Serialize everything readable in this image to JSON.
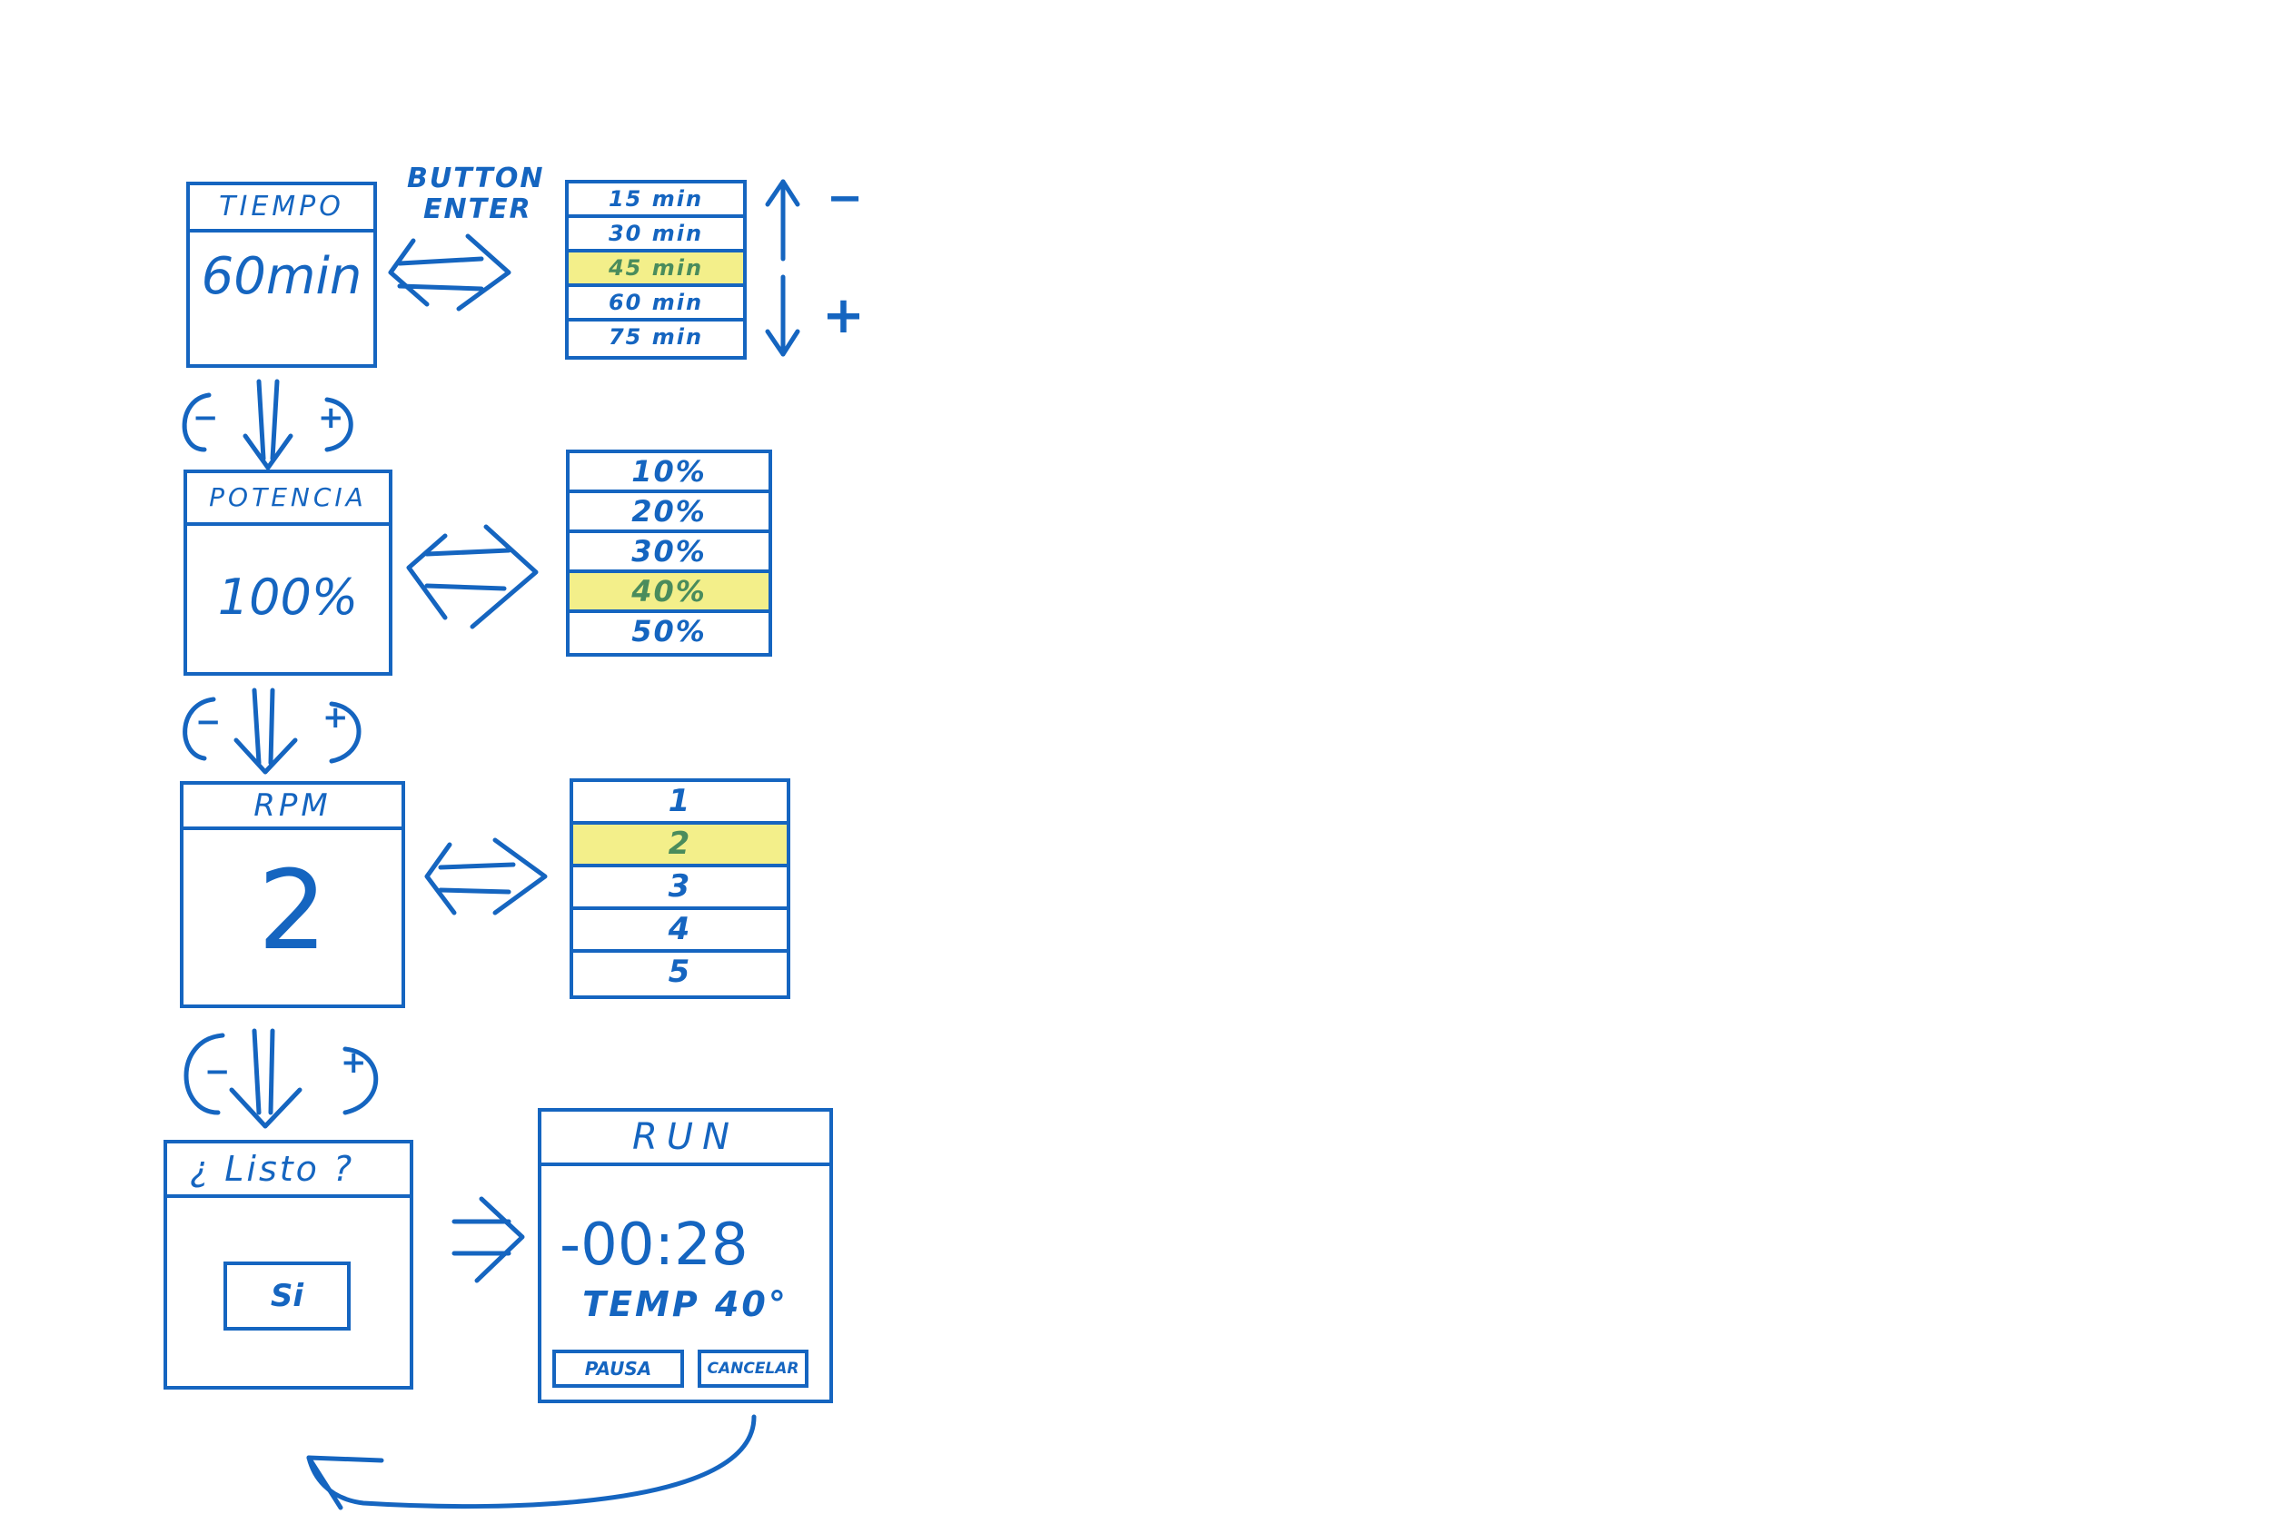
{
  "annotation": {
    "line1": "BUTTON",
    "line2": "ENTER"
  },
  "arrow_labels": {
    "up": "−",
    "down": "+"
  },
  "cycle_labels": {
    "minus": "−",
    "plus": "+"
  },
  "screens": {
    "tiempo": {
      "title": "TIEMPO",
      "value": "60min"
    },
    "potencia": {
      "title": "POTENCIA",
      "value": "100%"
    },
    "rpm": {
      "title": "RPM",
      "value": "2"
    },
    "listo": {
      "title": "¿ Listo ?",
      "button": "Si"
    },
    "run": {
      "title": "RUN",
      "timer": "-00:28",
      "temp": "TEMP 40°",
      "pause": "PAUSA",
      "cancel": "CANCELAR"
    }
  },
  "lists": {
    "tiempo": [
      {
        "label": "15 min",
        "highlighted": false
      },
      {
        "label": "30 min",
        "highlighted": false
      },
      {
        "label": "45 min",
        "highlighted": true
      },
      {
        "label": "60 min",
        "highlighted": false
      },
      {
        "label": "75 min",
        "highlighted": false
      }
    ],
    "potencia": [
      {
        "label": "10%",
        "highlighted": false
      },
      {
        "label": "20%",
        "highlighted": false
      },
      {
        "label": "30%",
        "highlighted": false
      },
      {
        "label": "40%",
        "highlighted": true
      },
      {
        "label": "50%",
        "highlighted": false
      }
    ],
    "rpm": [
      {
        "label": "1",
        "highlighted": false
      },
      {
        "label": "2",
        "highlighted": true
      },
      {
        "label": "3",
        "highlighted": false
      },
      {
        "label": "4",
        "highlighted": false
      },
      {
        "label": "5",
        "highlighted": false
      }
    ]
  },
  "colors": {
    "ink": "#1565c0",
    "highlight": "#f3ef8a",
    "highlight_text": "#4a8c5c"
  }
}
